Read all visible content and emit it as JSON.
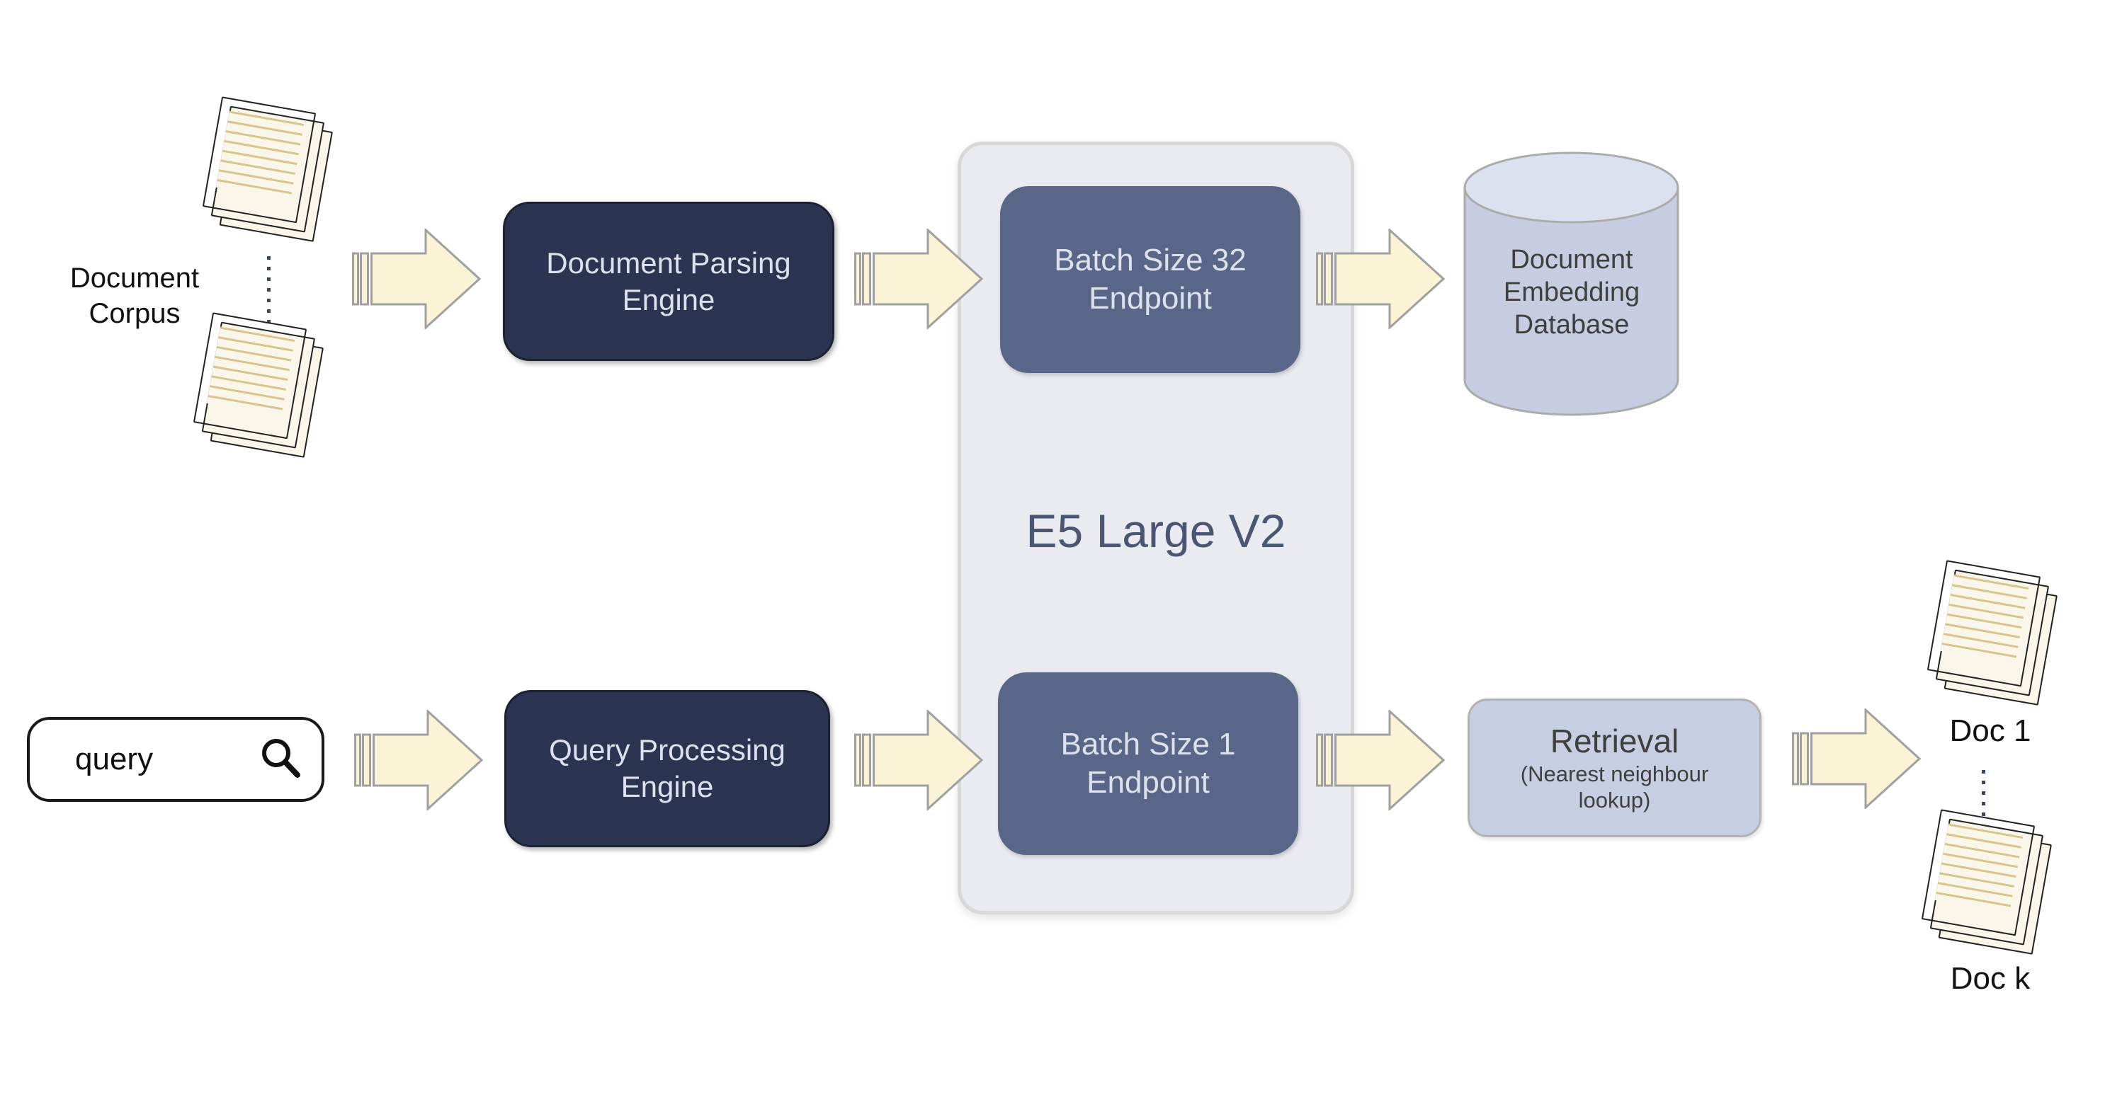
{
  "diagram": {
    "corpus_label": {
      "line1": "Document",
      "line2": "Corpus"
    },
    "query_input": {
      "value": "query"
    },
    "parsing_engine": {
      "line1": "Document Parsing",
      "line2": "Engine"
    },
    "query_engine": {
      "line1": "Query Processing",
      "line2": "Engine"
    },
    "model_container": {
      "label": "E5 Large V2"
    },
    "batch32_endpoint": {
      "line1": "Batch Size 32",
      "line2": "Endpoint"
    },
    "batch1_endpoint": {
      "line1": "Batch Size 1",
      "line2": "Endpoint"
    },
    "embedding_db": {
      "line1": "Document",
      "line2": "Embedding",
      "line3": "Database"
    },
    "retrieval": {
      "title": "Retrieval",
      "subtitle": "(Nearest neighbour lookup)"
    },
    "doc1_label": "Doc 1",
    "dock_label": "Doc k"
  },
  "colors": {
    "navy_box": "#2b3551",
    "slate_box": "#5a6687",
    "container_bg": "#e9ebf1",
    "container_border": "#d8d8d8",
    "arrow_fill": "#fbf3d6",
    "arrow_stroke": "#a0a0a0",
    "cylinder_body": "#c6cde0",
    "cylinder_top": "#dce1f0",
    "retrieval_bg": "#c6cee2",
    "page_fill": "#faf6ea",
    "page_line": "#d8c48c",
    "box_text": "#dce1ec",
    "dark_text": "#3f3f3f",
    "model_text": "#4a5672",
    "dotted_line": "#3a4663"
  }
}
